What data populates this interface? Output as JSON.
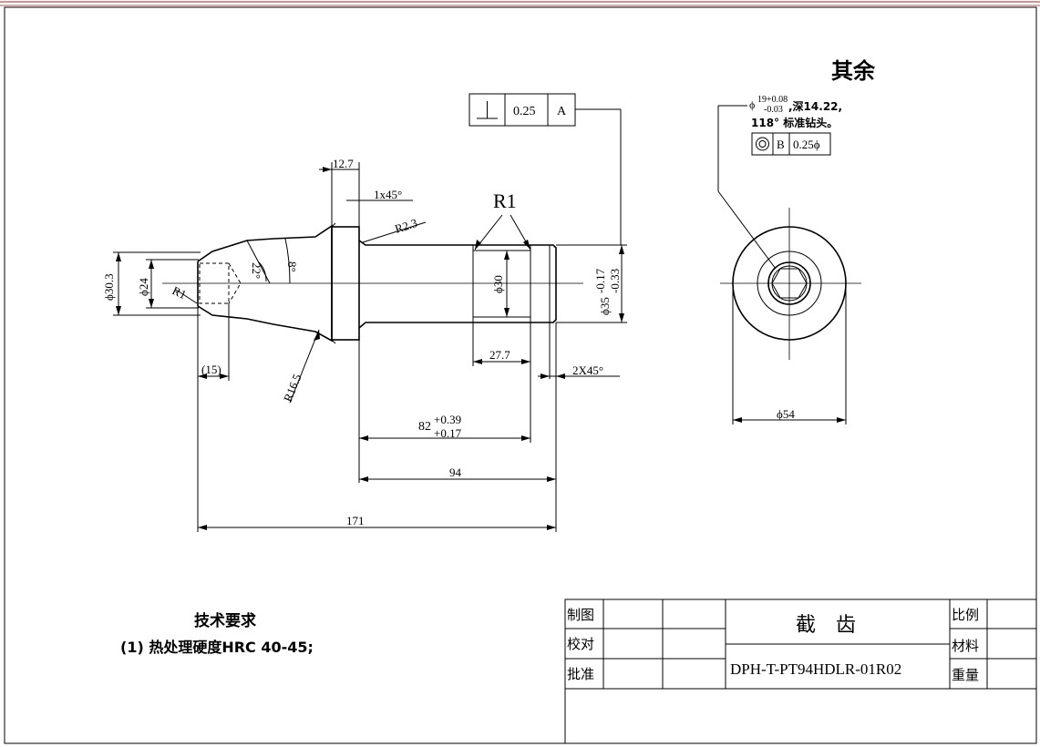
{
  "frame": {
    "border_color": "#c0504d"
  },
  "dimensions": {
    "d_30_3": "ϕ30.3",
    "d_24": "ϕ24",
    "r1_tip": "R1",
    "len_15": "(15)",
    "angle_22": "22°",
    "angle_8": "8°",
    "r16_5": "R16.5",
    "flange_12_7": "12.7",
    "chamfer_1x45": "1x45°",
    "r2_3": "R2.3",
    "r1_groove": "R1",
    "d_30": "ϕ30",
    "len_27_7": "27.7",
    "d_35": "ϕ35",
    "d_35_tol_upper": "-0.17",
    "d_35_tol_lower": "-0.33",
    "chamfer_2x45": "2X45°",
    "len_82": "82",
    "len_82_tol_upper": "+0.39",
    "len_82_tol_lower": "+0.17",
    "len_94": "94",
    "len_171": "171",
    "d_54": "ϕ54"
  },
  "gdt": {
    "perpendicular": {
      "tolerance": "0.25",
      "datum": "A"
    },
    "concentricity": {
      "datum": "B",
      "tolerance": "0.25ϕ"
    }
  },
  "side_view": {
    "rest_label": "其余",
    "hole_note_prefix": "ϕ",
    "hole_note_upper": "19+0.08",
    "hole_note_lower": "-0.03",
    "hole_note_depth": ",深14.22,",
    "hole_note_line2": "118° 标准钻头。"
  },
  "tech_req": {
    "title": "技术要求",
    "item1": "(1) 热处理硬度HRC 40-45;"
  },
  "title_block": {
    "draw": "制图",
    "check": "校对",
    "approve": "批准",
    "part_name": "截　齿",
    "drawing_no": "DPH-T-PT94HDLR-01R02",
    "scale": "比例",
    "material": "材料",
    "weight": "重量"
  }
}
